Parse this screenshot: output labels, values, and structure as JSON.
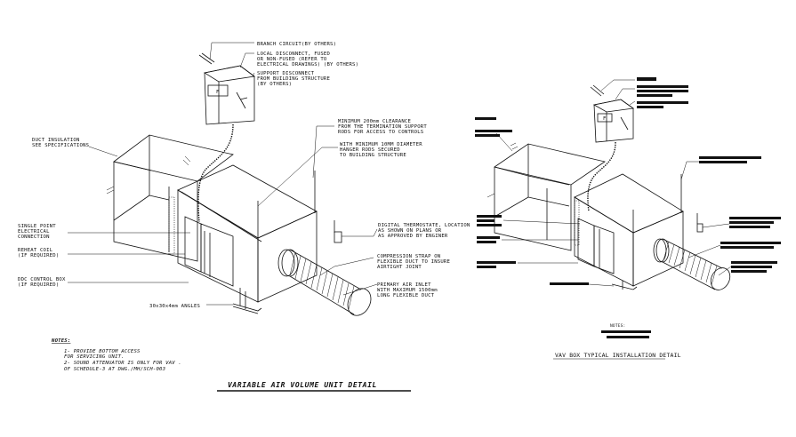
{
  "left": {
    "labels": {
      "branch_circuit": "BRANCH CIRCUIT(BY OTHERS)",
      "local_disconnect_1": "LOCAL DISCONNECT, FUSED",
      "local_disconnect_2": "OR NON-FUSED (REFER TO",
      "local_disconnect_3": "ELECTRICAL DRAWINGS) (BY OTHERS)",
      "support_1": "SUPPORT DISCONNECT",
      "support_2": "FROM BUILDING STRUCTURE",
      "support_3": "(BY OTHERS)",
      "clearance_1": "MINIMUM 200mm CLEARANCE",
      "clearance_2": "FROM THE TERMINATION SUPPORT",
      "clearance_3": "RODS FOR ACCESS TO CONTROLS",
      "hanger_1": "WITH MINIMUM 10MM DIAMETER",
      "hanger_2": "HANGER RODS SECURED",
      "hanger_3": "TO BUILDING STRUCTURE",
      "duct_ins_1": "DUCT INSULATION",
      "duct_ins_2": "SEE SPECIFICATIONS",
      "single_point_1": "SINGLE POINT",
      "single_point_2": "ELECTRICAL",
      "single_point_3": "CONNECTION",
      "reheat_1": "REHEAT COIL",
      "reheat_2": "(IF REQUIRED)",
      "ddc_1": "DDC CONTROL BOX",
      "ddc_2": "(IF REQUIRED)",
      "thermostat_1": "DIGITAL THERMOSTATE, LOCATION",
      "thermostat_2": "AS SHOWN ON PLANS OR",
      "thermostat_3": "AS APPROVED BY ENGINER",
      "strap_1": "COMPRESSION STRAP ON",
      "strap_2": "FLEXIBLE DUCT TO INSURE",
      "strap_3": "AIRTIGHT JOINT",
      "inlet_1": "PRIMARY AIR INLET",
      "inlet_2": "WITH MAXIMUM 1500mm",
      "inlet_3": "LONG FLEXIBLE DUCT",
      "angles": "30x30x4mm ANGLES"
    },
    "disconnect_letter": "F",
    "notes": {
      "heading": "NOTES:",
      "line1": "1- PROVIDE BOTTOM ACCESS",
      "line2": "   FOR SERVICING UNIT.",
      "line3": "2- SOUND ATTENUATOR IS ONLY FOR VAV .",
      "line4": "   OF SCHEDULE-3 AT DWG./MH/SCH-003"
    },
    "title": "VARIABLE AIR VOLUME UNIT DETAIL"
  },
  "right": {
    "disconnect_letter": "F",
    "notes_heading": "NOTES:",
    "title": "VAV BOX TYPICAL INSTALLATION DETAIL"
  }
}
